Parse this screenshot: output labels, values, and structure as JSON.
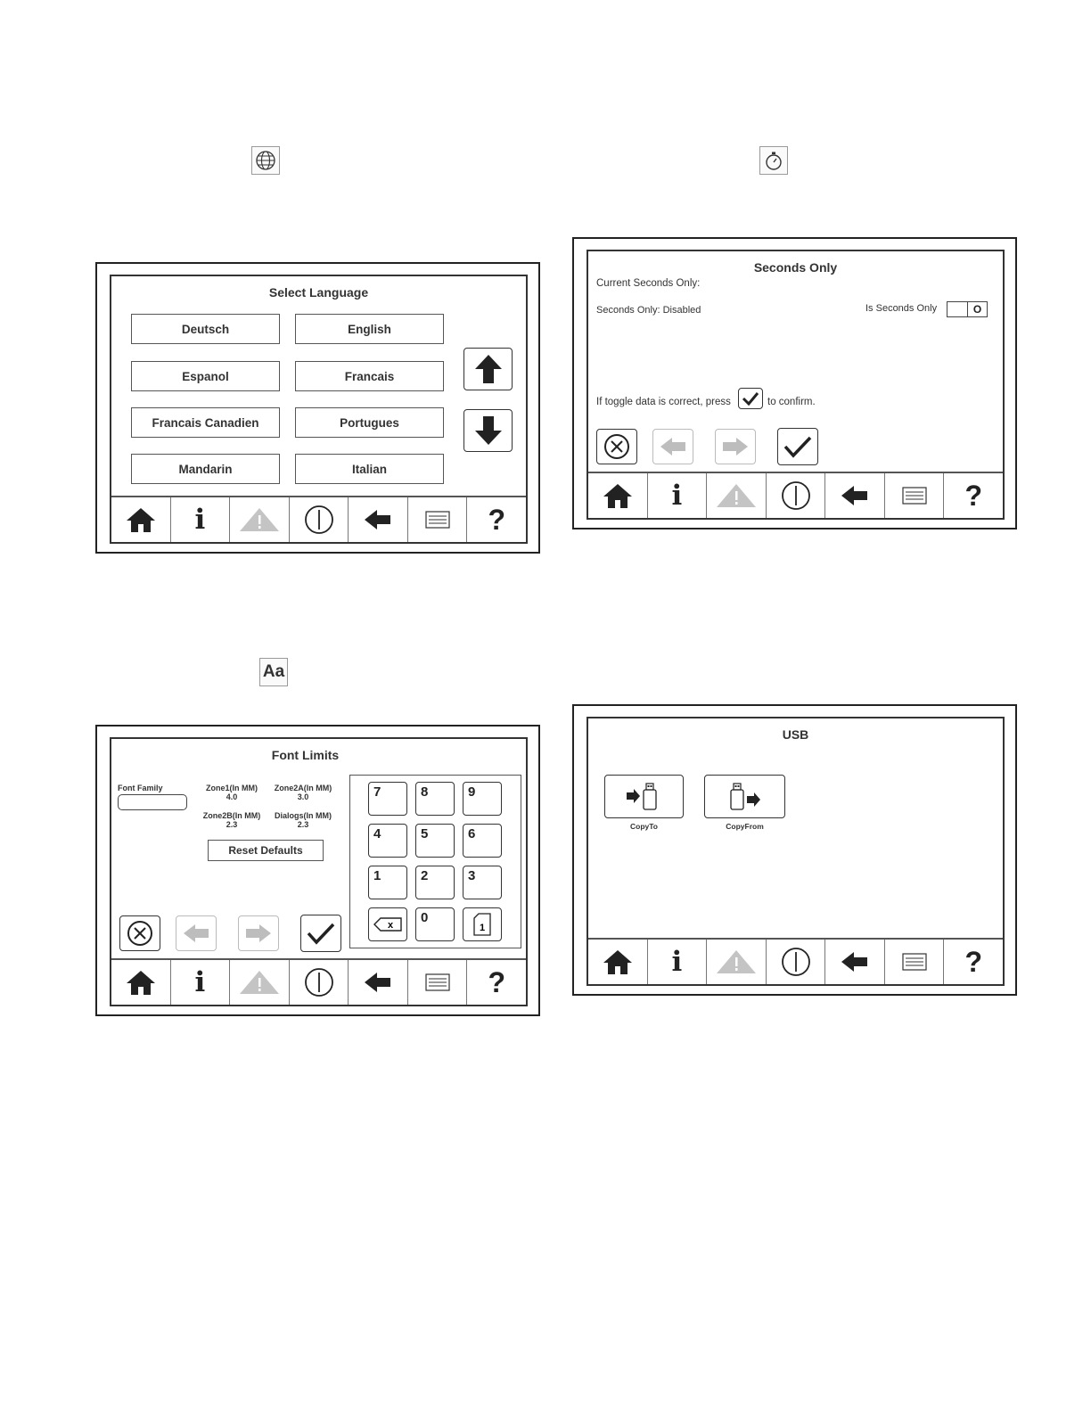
{
  "language_panel": {
    "title": "Select Language",
    "languages": [
      "Deutsch",
      "English",
      "Espanol",
      "Francais",
      "Francais Canadien",
      "Portugues",
      "Mandarin",
      "Italian"
    ]
  },
  "seconds_panel": {
    "title": "Seconds Only",
    "current_label": "Current Seconds Only:",
    "status": "Seconds Only: Disabled",
    "toggle_label": "Is Seconds Only",
    "toggle_value": "O",
    "confirm_prefix": "If toggle data is correct, press",
    "confirm_suffix": "to confirm."
  },
  "font_panel": {
    "title": "Font Limits",
    "font_family_label": "Font Family",
    "zone1_label": "Zone1(In MM)",
    "zone1_value": "4.0",
    "zone2a_label": "Zone2A(In MM)",
    "zone2a_value": "3.0",
    "zone2b_label": "Zone2B(In MM)",
    "zone2b_value": "2.3",
    "dialogs_label": "Dialogs(In MM)",
    "dialogs_value": "2.3",
    "reset_label": "Reset Defaults",
    "keys": [
      "7",
      "8",
      "9",
      "4",
      "5",
      "6",
      "1",
      "2",
      "3"
    ],
    "key_zero": "0",
    "backspace_glyph": "x",
    "enter_glyph": "1"
  },
  "usb_panel": {
    "title": "USB",
    "copy_to_label": "CopyTo",
    "copy_from_label": "CopyFrom"
  },
  "header_icons": {
    "font_icon_text": "Aa"
  },
  "navbar_icons": [
    "home-icon",
    "info-icon",
    "warning-icon",
    "power-icon",
    "back-arrow-icon",
    "menu-list-icon",
    "help-icon"
  ],
  "navbar_glyphs": {
    "info": "i",
    "help": "?"
  },
  "colors": {
    "border": "#333333",
    "disabled": "#b5b5b5"
  }
}
